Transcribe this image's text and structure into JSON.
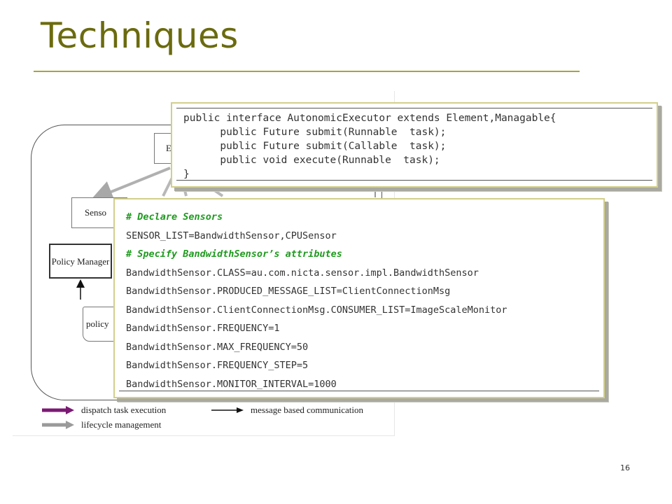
{
  "slide": {
    "title": "Techniques",
    "page_number": "16"
  },
  "diagram": {
    "boxes": {
      "top_label": "E",
      "sensor_label": "Senso",
      "policy_manager_label": "Policy Manager",
      "policy_file_label": "policy"
    },
    "legend": {
      "dispatch": "dispatch task execution",
      "lifecycle": "lifecycle management",
      "message": "message based communication"
    },
    "colors": {
      "dispatch": "#7b1a73",
      "lifecycle": "#9a9a9a",
      "message": "#111111"
    }
  },
  "interface_code": {
    "lines": [
      "public interface AutonomicExecutor extends Element,Managable{",
      "      public Future submit(Runnable  task);",
      "      public Future submit(Callable  task);",
      "      public void execute(Runnable  task);",
      "}"
    ]
  },
  "sensor_config": {
    "lines": [
      {
        "text": "# Declare Sensors",
        "comment": true
      },
      {
        "text": "SENSOR_LIST=BandwidthSensor,CPUSensor",
        "comment": false
      },
      {
        "text": "# Specify BandwidthSensor’s attributes",
        "comment": true
      },
      {
        "text": "BandwidthSensor.CLASS=au.com.nicta.sensor.impl.BandwidthSensor",
        "comment": false
      },
      {
        "text": "BandwidthSensor.PRODUCED_MESSAGE_LIST=ClientConnectionMsg",
        "comment": false
      },
      {
        "text": "BandwidthSensor.ClientConnectionMsg.CONSUMER_LIST=ImageScaleMonitor",
        "comment": false
      },
      {
        "text": "BandwidthSensor.FREQUENCY=1",
        "comment": false
      },
      {
        "text": "BandwidthSensor.MAX_FREQUENCY=50",
        "comment": false
      },
      {
        "text": "BandwidthSensor.FREQUENCY_STEP=5",
        "comment": false
      },
      {
        "text": "BandwidthSensor.MONITOR_INTERVAL=1000",
        "comment": false
      }
    ]
  }
}
